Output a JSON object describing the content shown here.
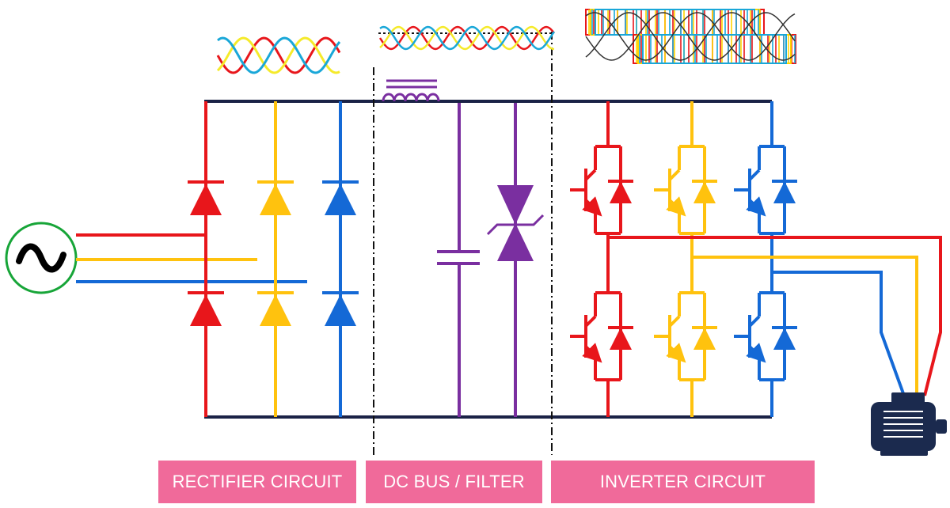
{
  "colors": {
    "phase_a": "#e8161b",
    "phase_b": "#ffc20e",
    "phase_c": "#1469d6",
    "bus": "#1a2246",
    "filter": "#7a2fa0",
    "source_ring": "#17a538",
    "label_bg": "#f06a9a",
    "label_text": "#ffffff",
    "motor": "#1b2a4e",
    "wave_yellow": "#f5ea2a"
  },
  "source": {
    "icon": "sine-wave-icon"
  },
  "labels": {
    "rectifier": "RECTIFIER CIRCUIT",
    "dc_bus": "DC BUS / FILTER",
    "inverter": "INVERTER CIRCUIT"
  },
  "motor": {
    "icon": "motor-icon"
  }
}
